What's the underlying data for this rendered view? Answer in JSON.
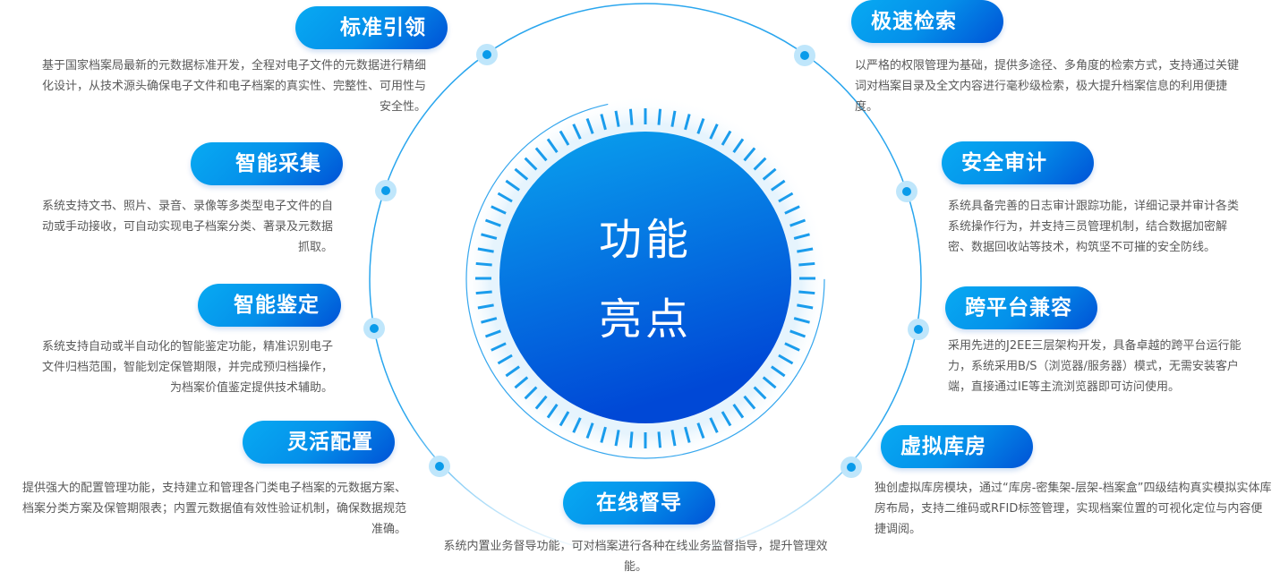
{
  "center": {
    "line1": "功能",
    "line2": "亮点"
  },
  "colors": {
    "accent_start": "#08aaf2",
    "accent_end": "#0052d6",
    "text": "#595959"
  },
  "features": [
    {
      "title": "标准引领",
      "desc": "基于国家档案局最新的元数据标准开发，全程对电子文件的元数据进行精细化设计，从技术源头确保电子文件和电子档案的真实性、完整性、可用性与安全性。"
    },
    {
      "title": "智能采集",
      "desc": "系统支持文书、照片、录音、录像等多类型电子文件的自动或手动接收，可自动实现电子档案分类、著录及元数据抓取。"
    },
    {
      "title": "智能鉴定",
      "desc": "系统支持自动或半自动化的智能鉴定功能，精准识别电子文件归档范围，智能划定保管期限，并完成预归档操作，为档案价值鉴定提供技术辅助。"
    },
    {
      "title": "灵活配置",
      "desc": "提供强大的配置管理功能，支持建立和管理各门类电子档案的元数据方案、档案分类方案及保管期限表；内置元数据值有效性验证机制，确保数据规范准确。"
    },
    {
      "title": "在线督导",
      "desc": "系统内置业务督导功能，可对档案进行各种在线业务监督指导，提升管理效能。"
    },
    {
      "title": "极速检索",
      "desc": "以严格的权限管理为基础，提供多途径、多角度的检索方式，支持通过关键词对档案目录及全文内容进行毫秒级检索，极大提升档案信息的利用便捷度。"
    },
    {
      "title": "安全审计",
      "desc": "系统具备完善的日志审计跟踪功能，详细记录并审计各类系统操作行为，并支持三员管理机制，结合数据加密解密、数据回收站等技术，构筑坚不可摧的安全防线。"
    },
    {
      "title": "跨平台兼容",
      "desc": "采用先进的J2EE三层架构开发，具备卓越的跨平台运行能力，系统采用B/S（浏览器/服务器）模式，无需安装客户端，直接通过IE等主流浏览器即可访问使用。"
    },
    {
      "title": "虚拟库房",
      "desc": "独创虚拟库房模块，通过“库房-密集架-层架-档案盒”四级结构真实模拟实体库房布局，支持二维码或RFID标签管理，实现档案位置的可视化定位与内容便捷调阅。"
    }
  ]
}
